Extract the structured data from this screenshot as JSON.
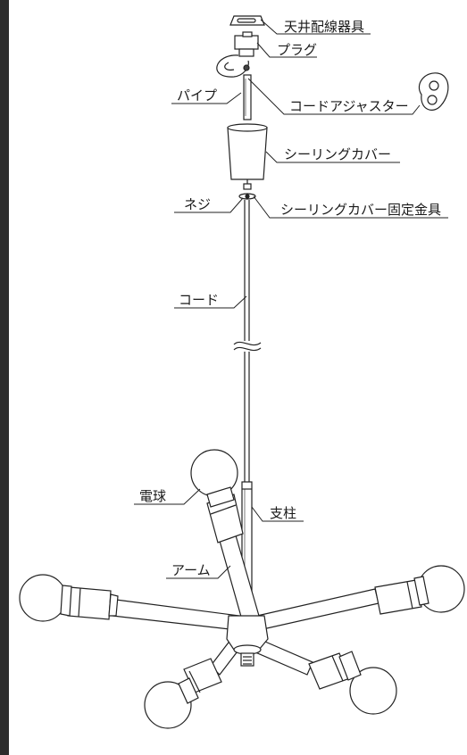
{
  "labels": {
    "ceiling_fixture": "天井配線器具",
    "plug": "プラグ",
    "pipe": "パイプ",
    "cord_adjuster": "コードアジャスター",
    "ceiling_cover": "シーリングカバー",
    "screw": "ネジ",
    "cover_fixing": "シーリングカバー固定金具",
    "cord": "コード",
    "bulb": "電球",
    "post": "支柱",
    "arm": "アーム"
  }
}
